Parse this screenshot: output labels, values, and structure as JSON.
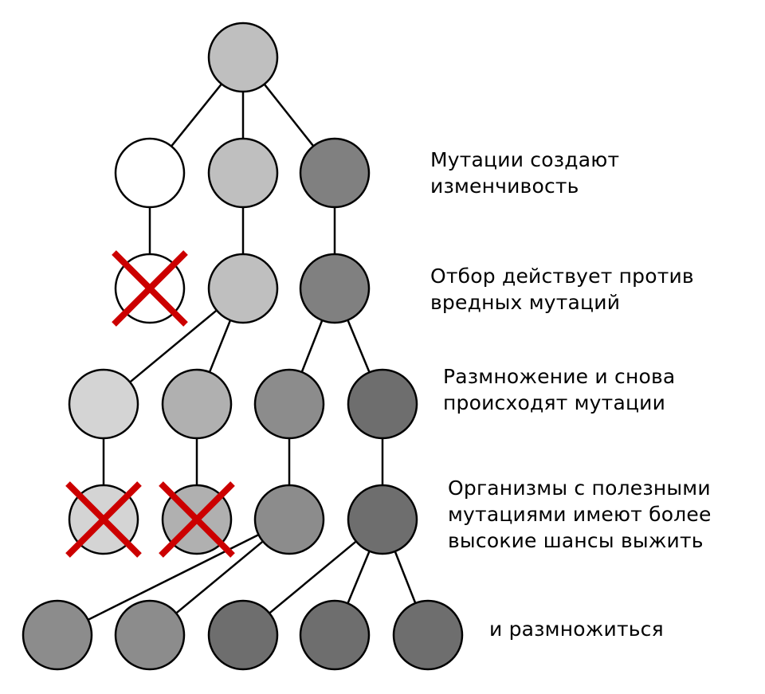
{
  "colors": {
    "white": "#ffffff",
    "light": "#bfbfbf",
    "pale": "#d4d4d4",
    "mid_light": "#b0b0b0",
    "mid": "#8c8c8c",
    "dark": "#6e6e6e",
    "mid_dark": "#808080",
    "stroke": "#000000",
    "cross": "#cc0000"
  },
  "captions": [
    {
      "lines": [
        "Мутации создают",
        "изменчивость"
      ]
    },
    {
      "lines": [
        "Отбор действует против",
        "вредных мутаций"
      ]
    },
    {
      "lines": [
        "Размножение и снова",
        "происходят мутации"
      ]
    },
    {
      "lines": [
        "Организмы с полезными",
        "мутациями имеют более",
        "высокие шансы выжить"
      ]
    },
    {
      "lines": [
        "и размножиться"
      ]
    }
  ],
  "tree": {
    "nodes": [
      {
        "id": "root",
        "shade": "light"
      },
      {
        "id": "g1a",
        "shade": "white"
      },
      {
        "id": "g1b",
        "shade": "light"
      },
      {
        "id": "g1c",
        "shade": "mid_dark"
      },
      {
        "id": "g2a",
        "shade": "white",
        "eliminated": true
      },
      {
        "id": "g2b",
        "shade": "light"
      },
      {
        "id": "g2c",
        "shade": "mid_dark"
      },
      {
        "id": "g3a",
        "shade": "pale"
      },
      {
        "id": "g3b",
        "shade": "mid_light"
      },
      {
        "id": "g3c",
        "shade": "mid"
      },
      {
        "id": "g3d",
        "shade": "dark"
      },
      {
        "id": "g4a",
        "shade": "pale",
        "eliminated": true
      },
      {
        "id": "g4b",
        "shade": "mid_light",
        "eliminated": true
      },
      {
        "id": "g4c",
        "shade": "mid"
      },
      {
        "id": "g4d",
        "shade": "dark"
      },
      {
        "id": "g5a",
        "shade": "mid"
      },
      {
        "id": "g5b",
        "shade": "mid"
      },
      {
        "id": "g5c",
        "shade": "dark"
      },
      {
        "id": "g5d",
        "shade": "dark"
      },
      {
        "id": "g5e",
        "shade": "dark"
      }
    ],
    "edges": [
      [
        "root",
        "g1a"
      ],
      [
        "root",
        "g1b"
      ],
      [
        "root",
        "g1c"
      ],
      [
        "g1a",
        "g2a"
      ],
      [
        "g1b",
        "g2b"
      ],
      [
        "g1c",
        "g2c"
      ],
      [
        "g2b",
        "g3a"
      ],
      [
        "g2b",
        "g3b"
      ],
      [
        "g2c",
        "g3c"
      ],
      [
        "g2c",
        "g3d"
      ],
      [
        "g3a",
        "g4a"
      ],
      [
        "g3b",
        "g4b"
      ],
      [
        "g3c",
        "g4c"
      ],
      [
        "g3d",
        "g4d"
      ],
      [
        "g4c",
        "g5a"
      ],
      [
        "g4c",
        "g5b"
      ],
      [
        "g4d",
        "g5c"
      ],
      [
        "g4d",
        "g5d"
      ],
      [
        "g4d",
        "g5e"
      ]
    ]
  }
}
